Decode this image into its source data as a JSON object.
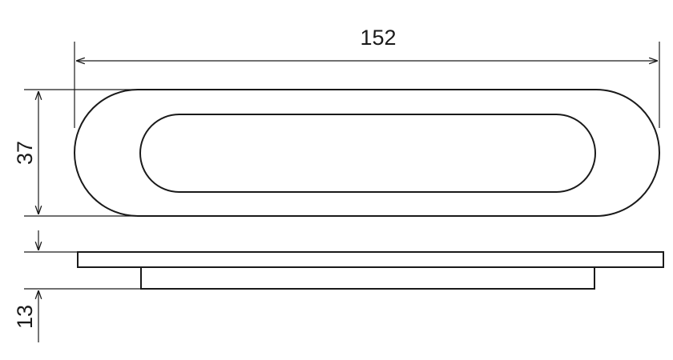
{
  "dimensions": {
    "length": "152",
    "height": "37",
    "thickness": "13"
  },
  "colors": {
    "line": "#1a1a1a",
    "background": "#ffffff"
  }
}
